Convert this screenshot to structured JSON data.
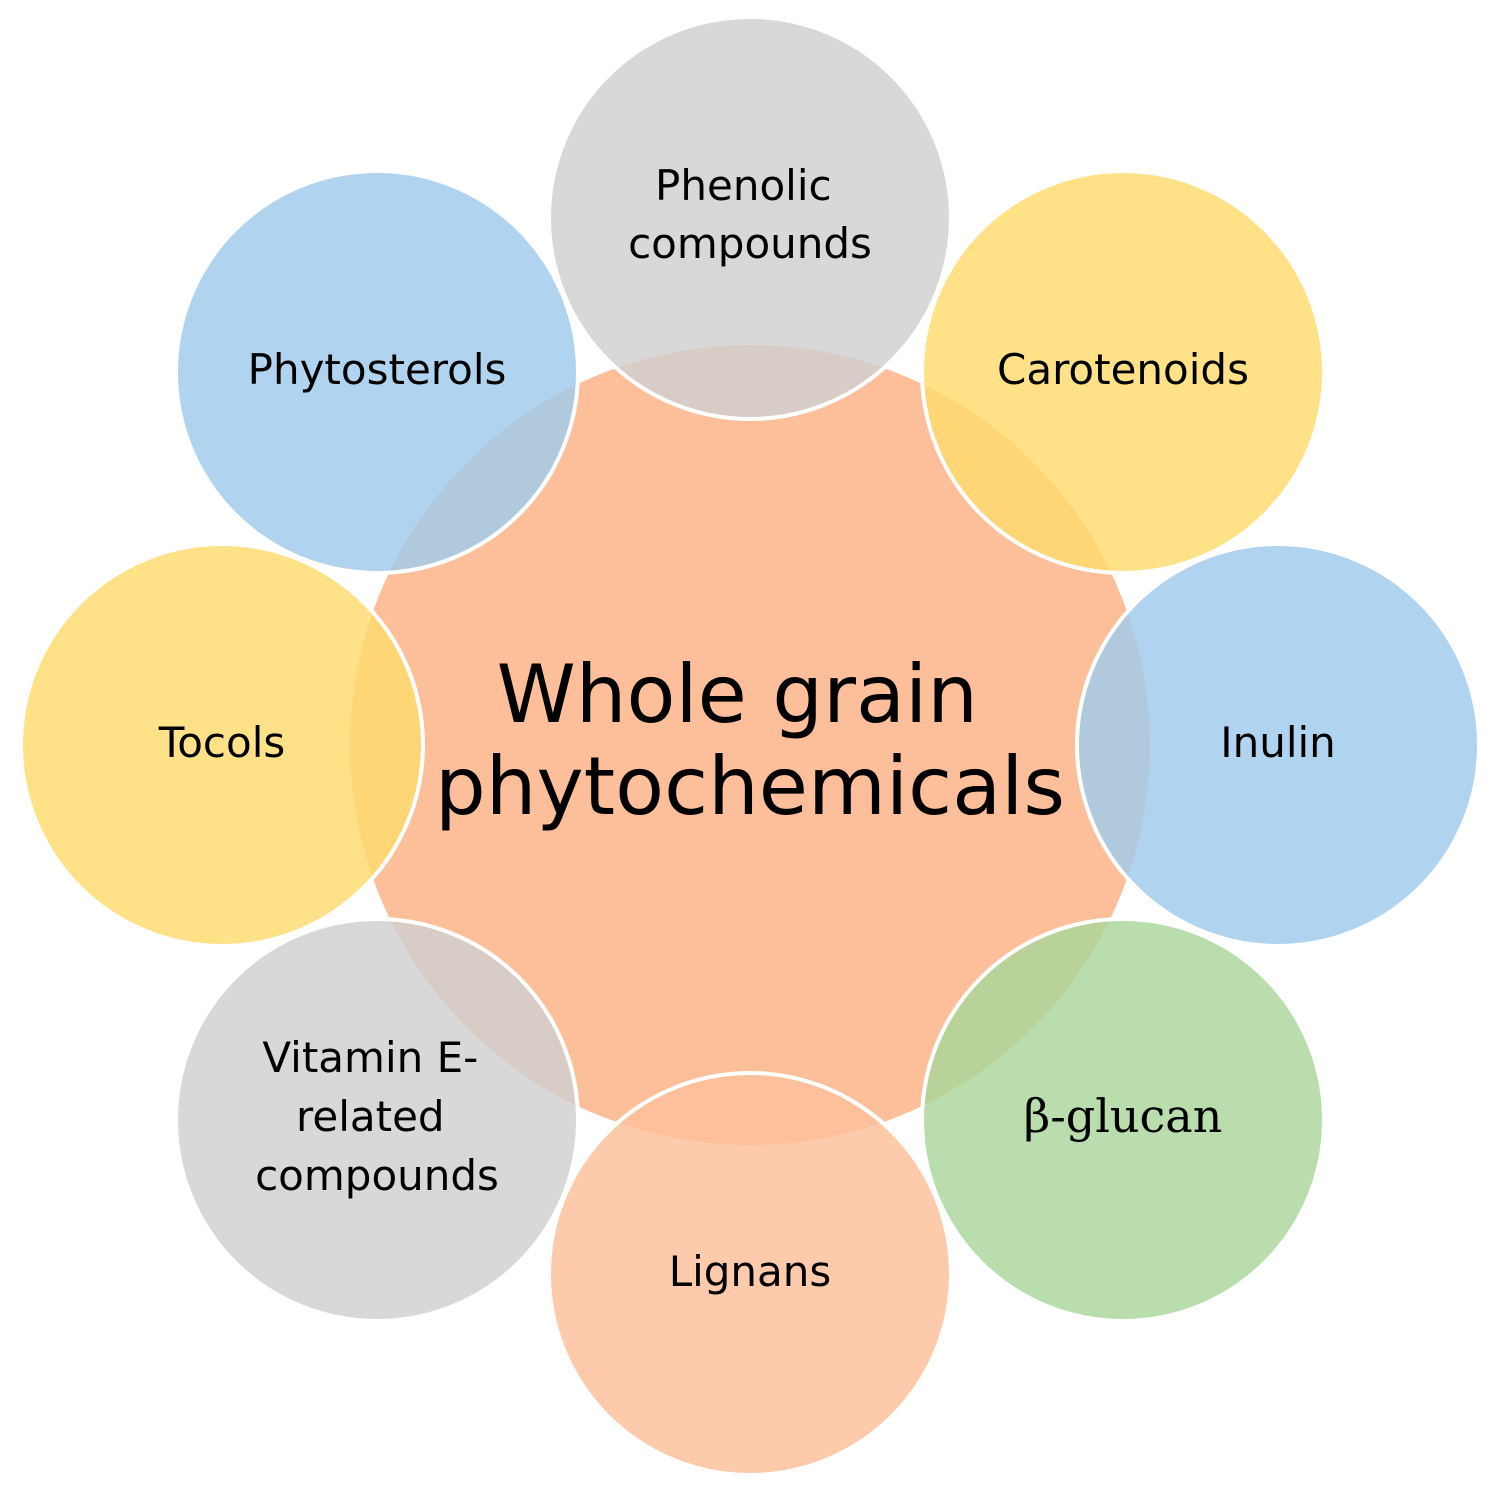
{
  "center": {
    "lines": [
      "Whole grain",
      "phytochemicals"
    ],
    "color": "#fdbf9a"
  },
  "nodes": [
    {
      "id": "phenolic",
      "lines": [
        "Phenolic",
        "compounds"
      ],
      "color": "#cfcfcf"
    },
    {
      "id": "carotenoids",
      "lines": [
        "Carotenoids"
      ],
      "color": "#ffdb6e"
    },
    {
      "id": "inulin",
      "lines": [
        "Inulin"
      ],
      "color": "#9fcaeb"
    },
    {
      "id": "beta-glucan",
      "lines": [
        "β-glucan"
      ],
      "color": "#a9d69a"
    },
    {
      "id": "lignans",
      "lines": [
        "Lignans"
      ],
      "color": "#fdbf9a"
    },
    {
      "id": "vitamin-e",
      "lines": [
        "Vitamin E-",
        "related",
        "compounds"
      ],
      "color": "#cfcfcf"
    },
    {
      "id": "tocols",
      "lines": [
        "Tocols"
      ],
      "color": "#ffdb6e"
    },
    {
      "id": "phytosterols",
      "lines": [
        "Phytosterols"
      ],
      "color": "#9fcaeb"
    }
  ],
  "edges": [
    {
      "from": "center",
      "to": "phenolic"
    },
    {
      "from": "center",
      "to": "carotenoids"
    },
    {
      "from": "center",
      "to": "inulin"
    },
    {
      "from": "center",
      "to": "beta-glucan"
    },
    {
      "from": "center",
      "to": "lignans"
    },
    {
      "from": "center",
      "to": "vitamin-e"
    },
    {
      "from": "center",
      "to": "tocols"
    },
    {
      "from": "center",
      "to": "phytosterols"
    }
  ],
  "icons": []
}
